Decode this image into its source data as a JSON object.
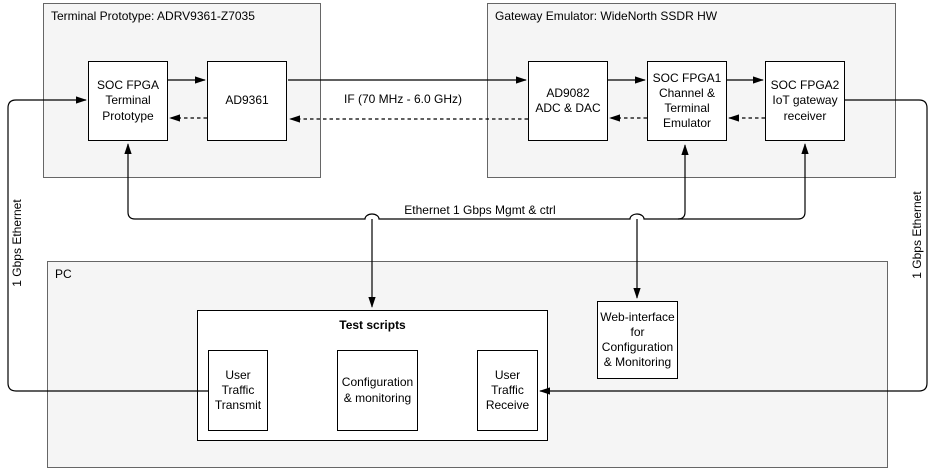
{
  "containers": {
    "terminal": {
      "title": "Terminal Prototype: ADRV9361-Z7035"
    },
    "gateway": {
      "title": "Gateway Emulator: WideNorth SSDR HW"
    },
    "pc": {
      "title": "PC"
    }
  },
  "nodes": {
    "soc_fpga_terminal": {
      "label": "SOC FPGA\nTerminal\nPrototype"
    },
    "ad9361": {
      "label": "AD9361"
    },
    "ad9082": {
      "label": "AD9082\nADC & DAC"
    },
    "soc_fpga1": {
      "label": "SOC FPGA1\nChannel &\nTerminal\nEmulator"
    },
    "soc_fpga2": {
      "label": "SOC FPGA2\nIoT gateway\nreceiver"
    },
    "test_scripts": {
      "title": "Test scripts"
    },
    "user_traffic_transmit": {
      "label": "User\nTraffic\nTransmit"
    },
    "configuration_monitoring": {
      "label": "Configuration\n& monitoring"
    },
    "user_traffic_receive": {
      "label": "User\nTraffic\nReceive"
    },
    "web_interface": {
      "label": "Web-interface\nfor\nConfiguration\n& Monitoring"
    }
  },
  "edges": {
    "if_link_label": "IF (70 MHz - 6.0 GHz)",
    "ethernet_mgmt_label": "Ethernet 1 Gbps Mgmt & ctrl",
    "left_ethernet_label": "1 Gbps Ethernet",
    "right_ethernet_label": "1 Gbps Ethernet"
  },
  "colors": {
    "container_fill": "#f5f5f5",
    "container_border": "#666666",
    "node_fill": "#ffffff",
    "node_border": "#000000",
    "connector": "#000000",
    "background": "#ffffff"
  }
}
